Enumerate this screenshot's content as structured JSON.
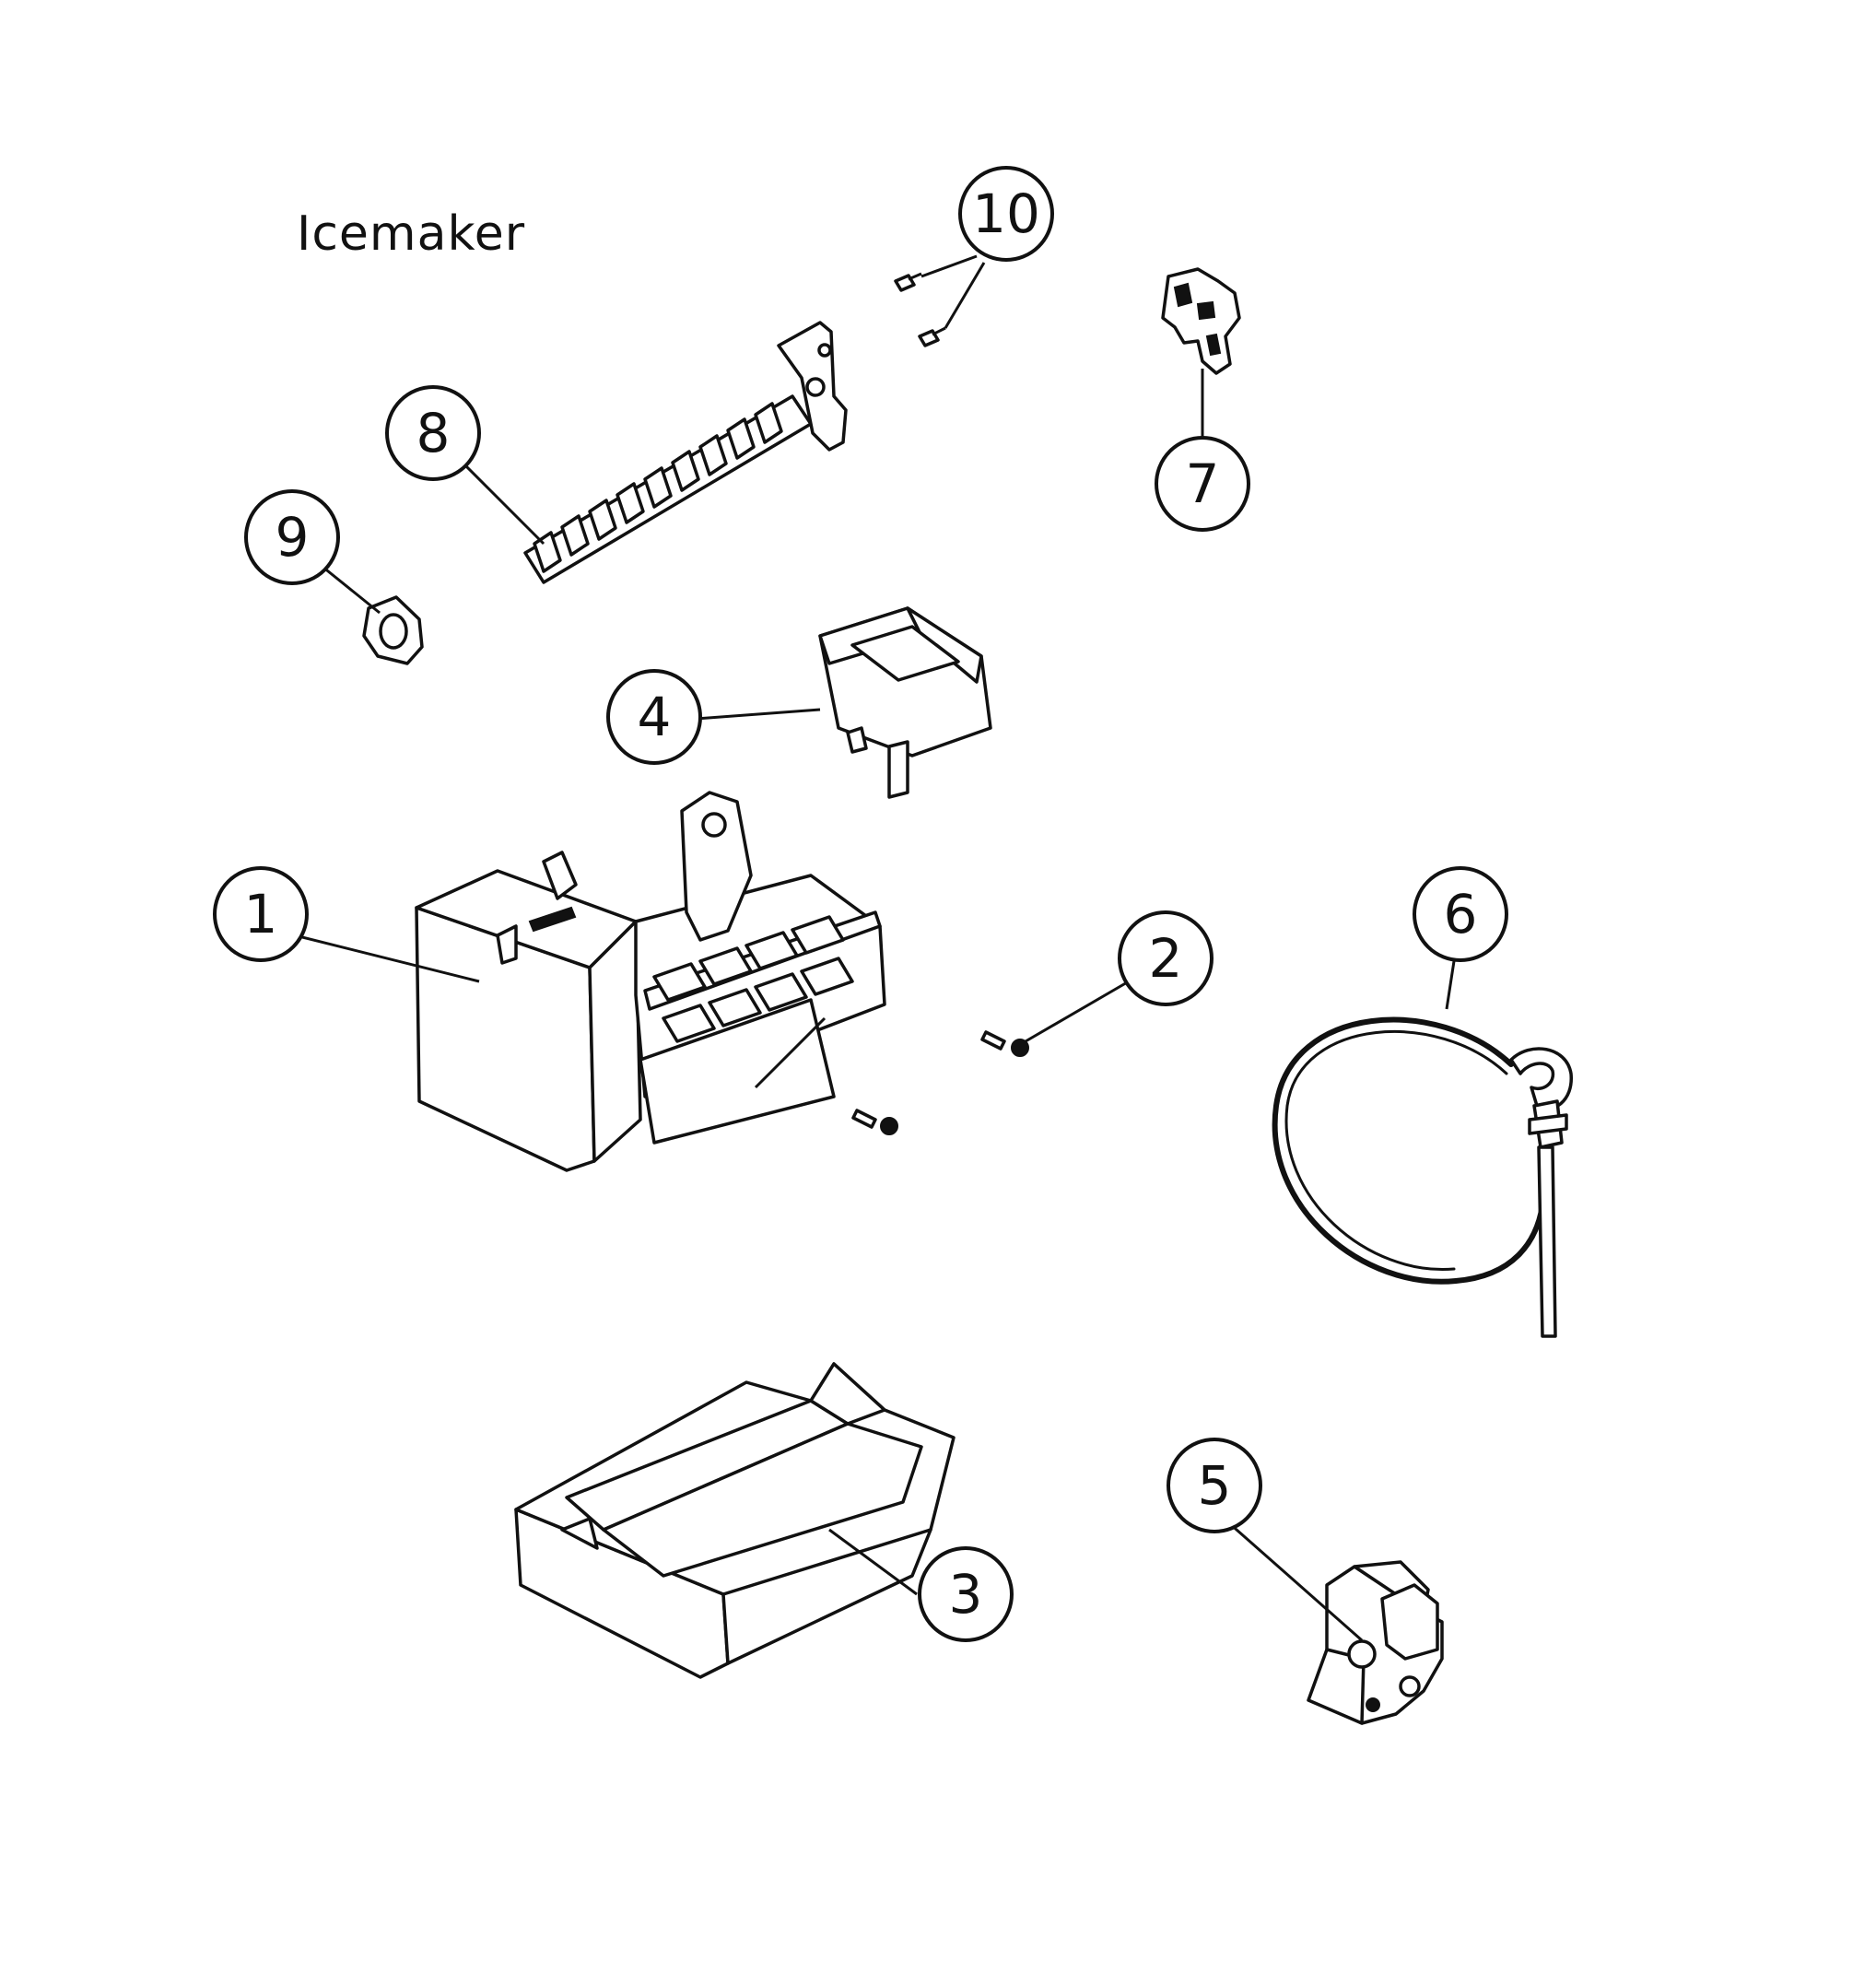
{
  "title": "Icemaker",
  "callouts": [
    "1",
    "2",
    "3",
    "4",
    "5",
    "6",
    "7",
    "8",
    "9",
    "10"
  ],
  "colors": {
    "line": "#111111",
    "background": "#ffffff"
  }
}
